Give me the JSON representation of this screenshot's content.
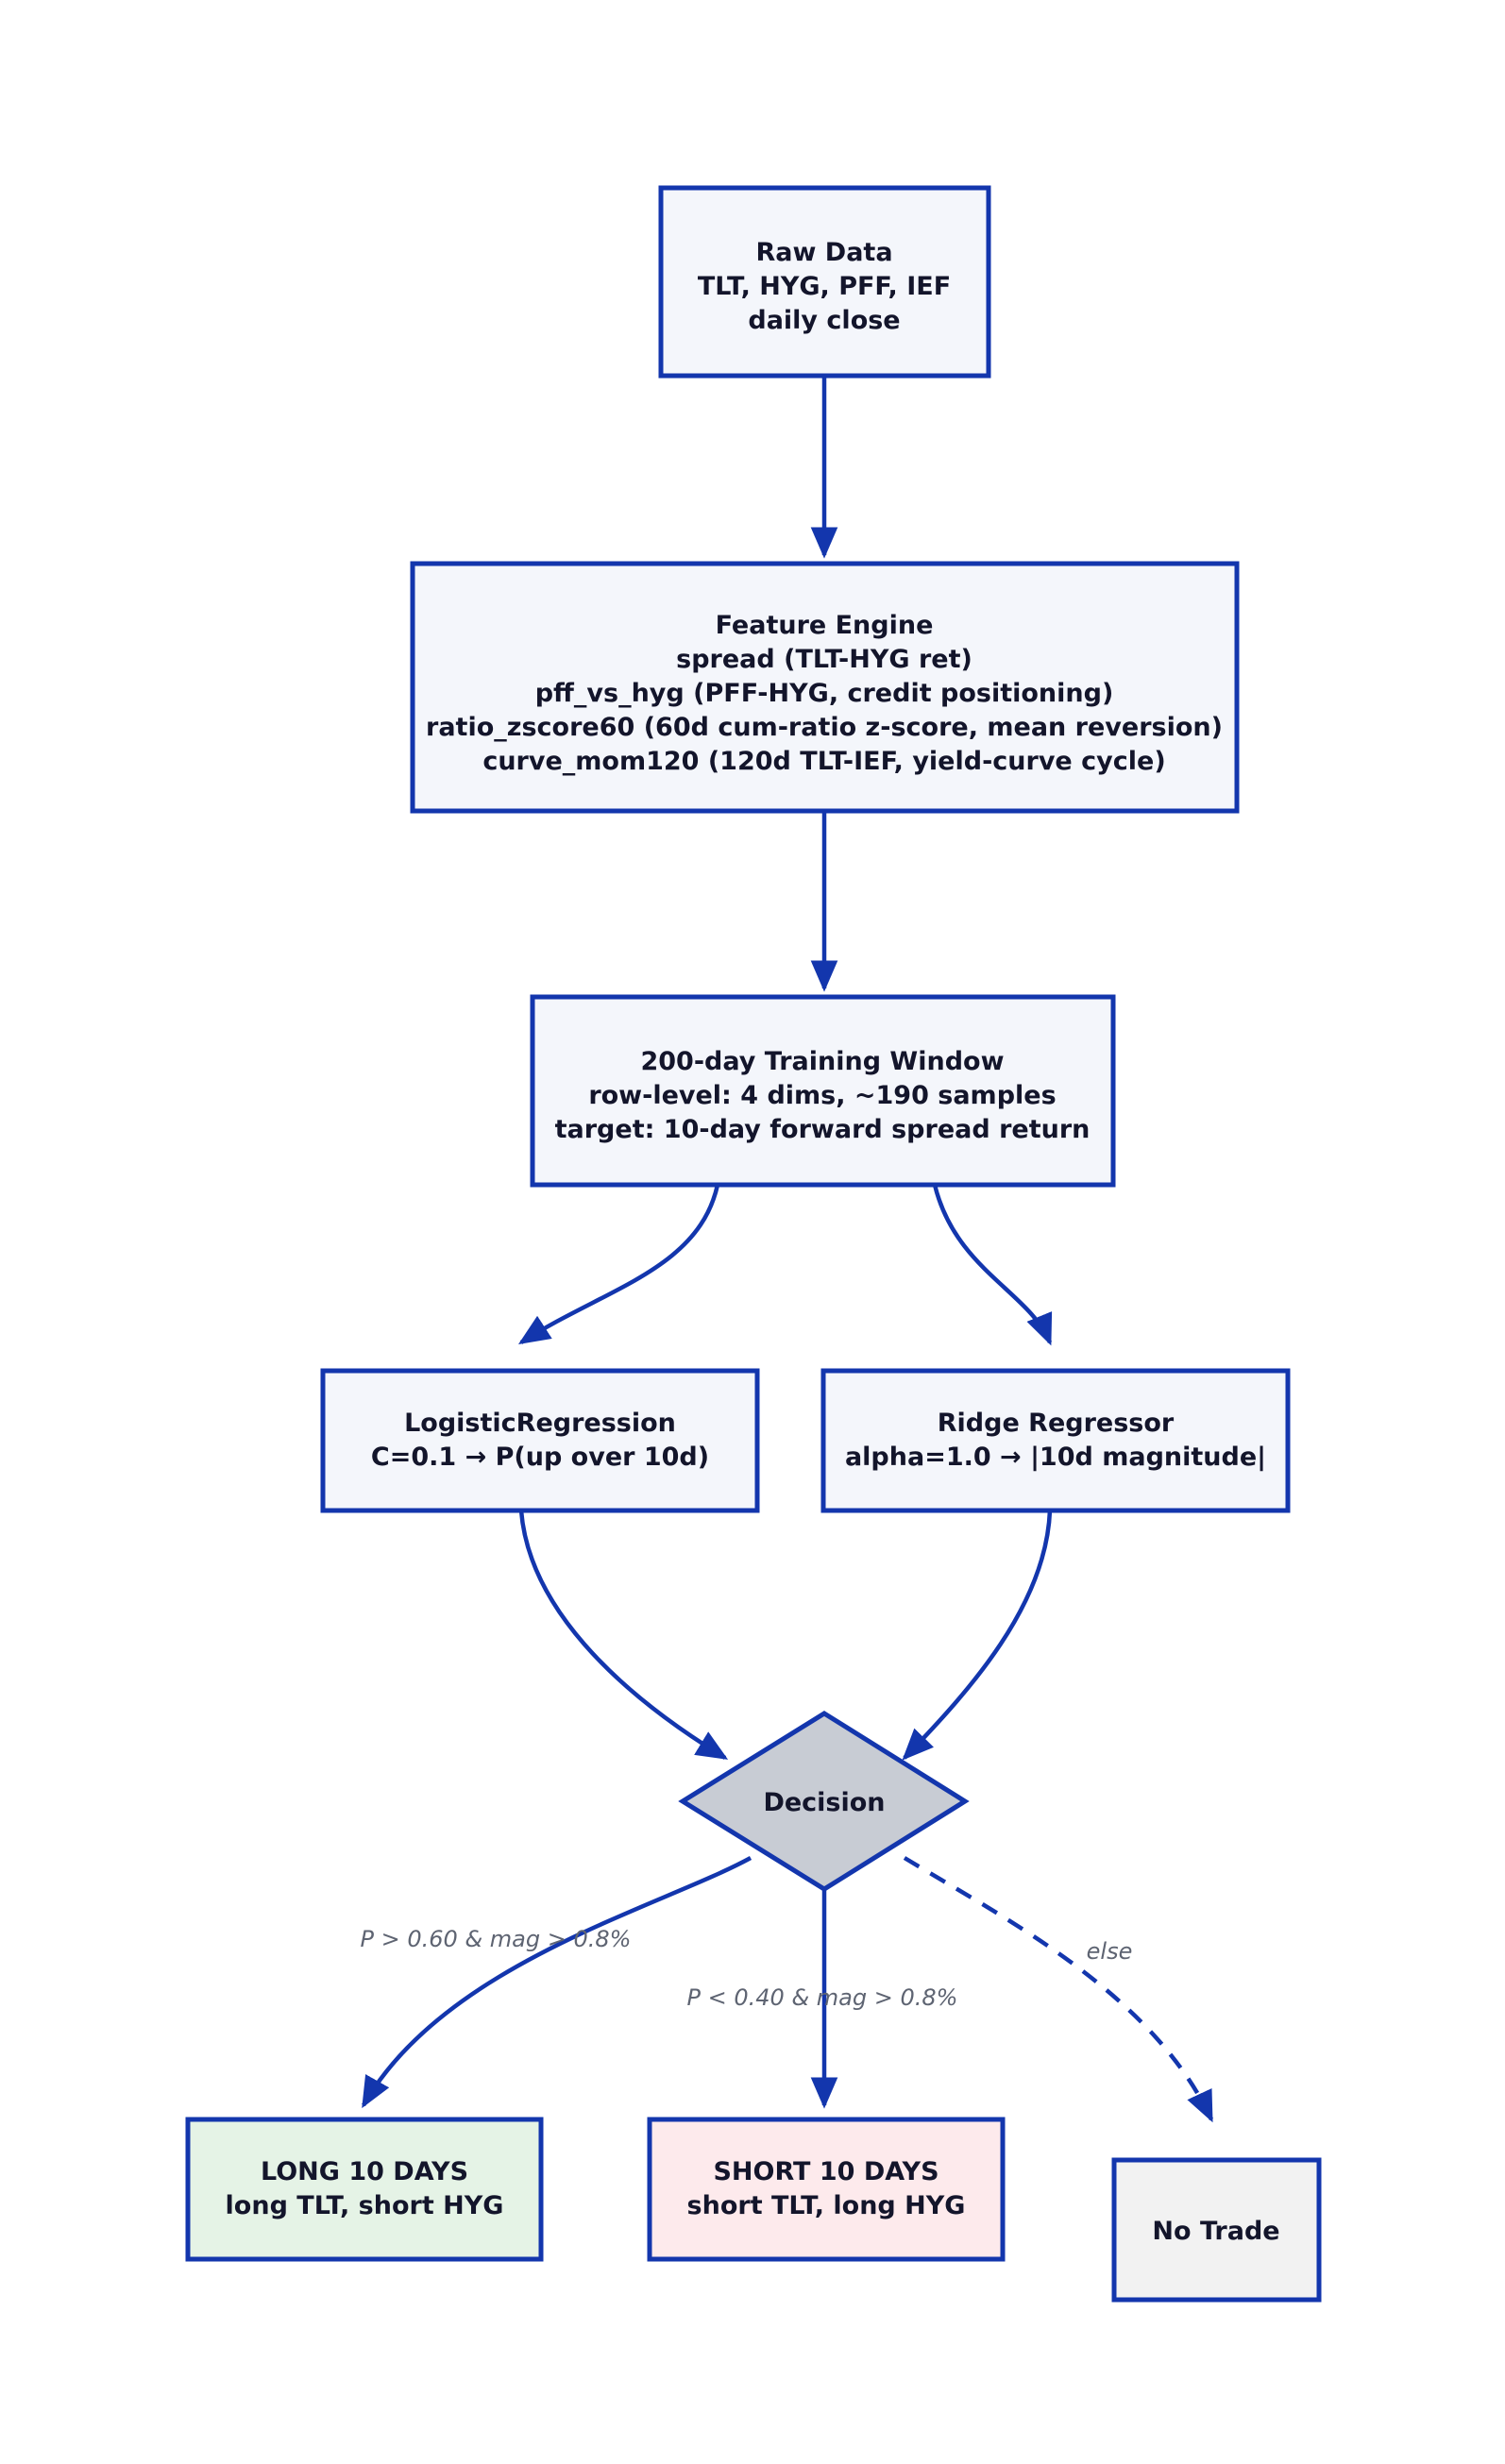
{
  "diagram": {
    "title": "Bond Spread Trading Strategy Flowchart",
    "colors": {
      "edge": "#1336ad",
      "box_border": "#1336ad",
      "box_fill_default": "#f4f6fb",
      "decision_fill": "#c8ccd4",
      "long_fill": "#e5f3e6",
      "short_fill": "#fdeaec",
      "neutral_fill": "#f2f2f2",
      "text": "#13152b",
      "edge_label_text": "#5e6472"
    },
    "nodes": {
      "raw_data": {
        "id": "raw-data",
        "shape": "rectangle",
        "lines": [
          "Raw Data",
          "TLT, HYG, PFF, IEF",
          "daily close"
        ]
      },
      "feature_engine": {
        "id": "feature-engine",
        "shape": "rectangle",
        "lines": [
          "Feature Engine",
          "spread (TLT-HYG ret)",
          "pff_vs_hyg (PFF-HYG, credit positioning)",
          "ratio_zscore60 (60d cum-ratio z-score, mean reversion)",
          "curve_mom120 (120d TLT-IEF, yield-curve cycle)"
        ]
      },
      "training_window": {
        "id": "training-window",
        "shape": "rectangle",
        "lines": [
          "200-day Training Window",
          "row-level: 4 dims, ~190 samples",
          "target: 10-day forward spread return"
        ]
      },
      "logistic_regression": {
        "id": "logistic-regression",
        "shape": "rectangle",
        "lines": [
          "LogisticRegression",
          "C=0.1 → P(up over 10d)"
        ]
      },
      "ridge_regressor": {
        "id": "ridge-regressor",
        "shape": "rectangle",
        "lines": [
          "Ridge Regressor",
          "alpha=1.0 → |10d magnitude|"
        ]
      },
      "decision": {
        "id": "decision",
        "shape": "diamond",
        "lines": [
          "Decision"
        ]
      },
      "long_trade": {
        "id": "long-trade",
        "shape": "rectangle",
        "lines": [
          "LONG 10 DAYS",
          "long TLT, short HYG"
        ]
      },
      "short_trade": {
        "id": "short-trade",
        "shape": "rectangle",
        "lines": [
          "SHORT 10 DAYS",
          "short TLT, long HYG"
        ]
      },
      "no_trade": {
        "id": "no-trade",
        "shape": "rectangle",
        "lines": [
          "No Trade"
        ]
      }
    },
    "edge_labels": {
      "long_branch": "P > 0.60 & mag > 0.8%",
      "short_branch": "P < 0.40 & mag > 0.8%",
      "else_branch": "else"
    }
  }
}
